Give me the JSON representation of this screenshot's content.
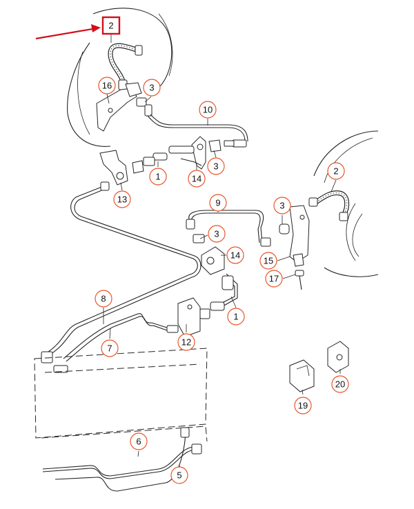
{
  "highlighted_part": {
    "label": "2",
    "color": "#d0101a"
  },
  "callout_color": "#e8542a",
  "callouts": [
    {
      "id": "c2-right",
      "label": "2"
    },
    {
      "id": "c16",
      "label": "16"
    },
    {
      "id": "c3-top",
      "label": "3"
    },
    {
      "id": "c10",
      "label": "10"
    },
    {
      "id": "c3-mid",
      "label": "3"
    },
    {
      "id": "c1-top",
      "label": "1"
    },
    {
      "id": "c14-top",
      "label": "14"
    },
    {
      "id": "c13",
      "label": "13"
    },
    {
      "id": "c9",
      "label": "9"
    },
    {
      "id": "c3-right",
      "label": "3"
    },
    {
      "id": "c3-center",
      "label": "3"
    },
    {
      "id": "c14-mid",
      "label": "14"
    },
    {
      "id": "c15",
      "label": "15"
    },
    {
      "id": "c17",
      "label": "17"
    },
    {
      "id": "c8",
      "label": "8"
    },
    {
      "id": "c1-mid",
      "label": "1"
    },
    {
      "id": "c7",
      "label": "7"
    },
    {
      "id": "c12",
      "label": "12"
    },
    {
      "id": "c20",
      "label": "20"
    },
    {
      "id": "c19",
      "label": "19"
    },
    {
      "id": "c6",
      "label": "6"
    },
    {
      "id": "c5",
      "label": "5"
    }
  ]
}
